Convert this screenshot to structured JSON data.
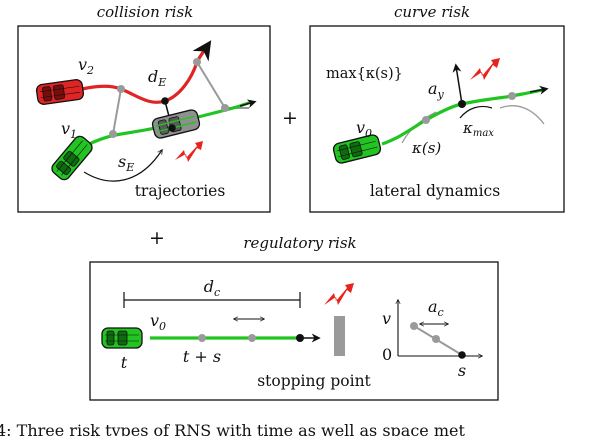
{
  "panels": {
    "collision": {
      "title": "collision risk",
      "caption": "trajectories",
      "labels": {
        "v2": "v",
        "v2_sub": "2",
        "v1": "v",
        "v1_sub": "1",
        "dE": "d",
        "dE_sub": "E",
        "sE": "s",
        "sE_sub": "E"
      }
    },
    "curve": {
      "title": "curve risk",
      "caption": "lateral dynamics",
      "labels": {
        "max": "max{κ(s)}",
        "ay": "a",
        "ay_sub": "y",
        "v0": "v",
        "v0_sub": "0",
        "kappa_s": "κ(s)",
        "kappa_max": "κ",
        "kappa_max_sub": "max"
      }
    },
    "regulatory": {
      "title": "regulatory risk",
      "caption": "stopping point",
      "labels": {
        "dc": "d",
        "dc_sub": "c",
        "v0": "v",
        "v0_sub": "0",
        "t": "t",
        "ts": "t + s",
        "v": "v",
        "zero": "0",
        "s": "s",
        "ac": "a",
        "ac_sub": "c"
      }
    }
  },
  "operators": {
    "plus1": "+",
    "plus2": "+"
  },
  "caption_fragment": "4: Three risk types of RNS with time as well as space met",
  "colors": {
    "red_vehicle": "#e02424",
    "green_vehicle": "#22c422",
    "gray": "#9a9a9a",
    "warning": "#e8231e"
  }
}
